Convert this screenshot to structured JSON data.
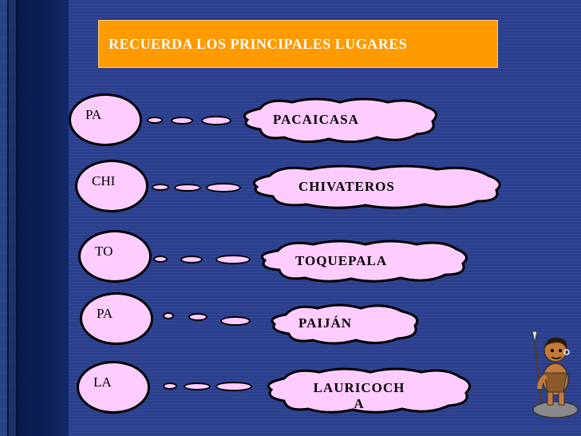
{
  "title": "RECUERDA LOS PRINCIPALES LUGARES",
  "rows": [
    {
      "abbr": "PA",
      "place": "PACAICASA"
    },
    {
      "abbr": "CHI",
      "place": "CHIVATEROS"
    },
    {
      "abbr": "TO",
      "place": "TOQUEPALA"
    },
    {
      "abbr": "PA",
      "place": "PAIJÁN"
    },
    {
      "abbr": "LA",
      "place": "LAURICOCH\nA"
    }
  ]
}
